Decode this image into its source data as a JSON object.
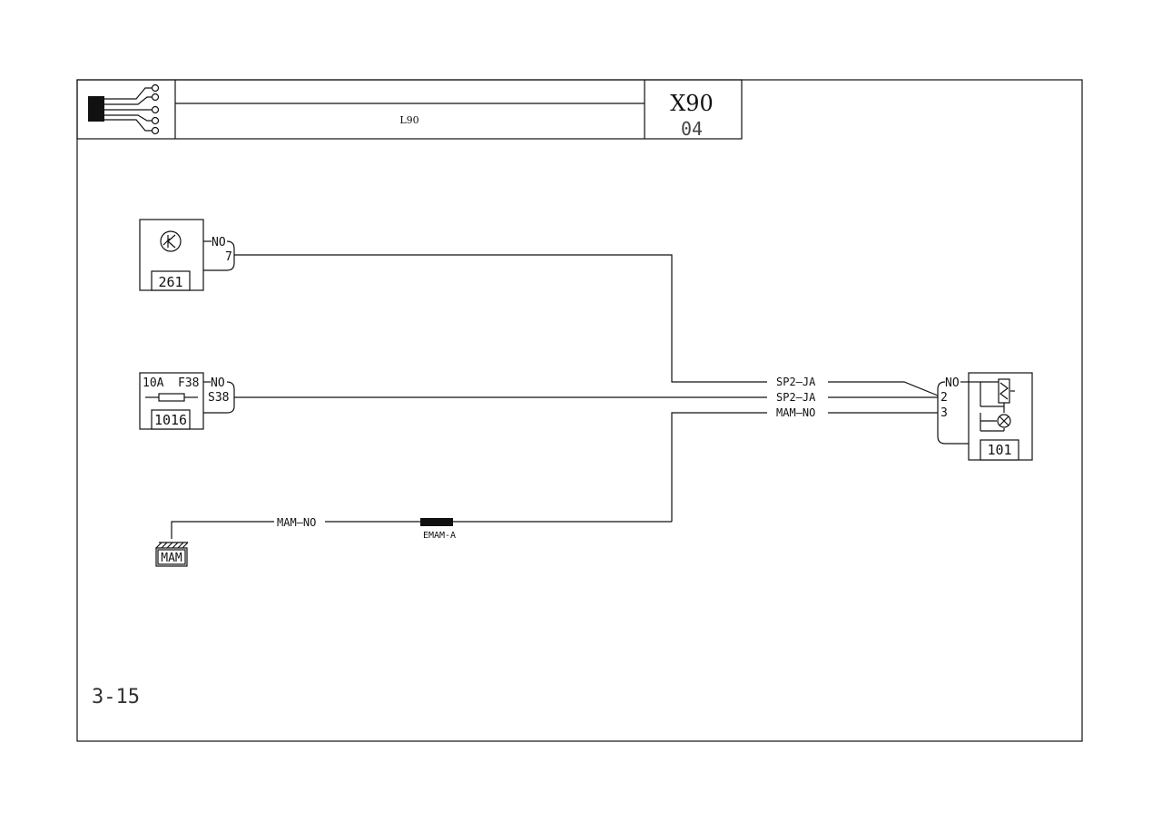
{
  "header": {
    "vehicle_code": "X90",
    "page_code": "04",
    "subtitle": "L90"
  },
  "page_number": "3-15",
  "components": {
    "c261": {
      "number": "261",
      "pin_color": "NO",
      "pin": "7"
    },
    "c1016": {
      "number": "1016",
      "rating": "10A",
      "fuse": "F38",
      "pin_color": "NO",
      "pin": "S38"
    },
    "c101": {
      "number": "101",
      "pin_color": "NO",
      "pin_2": "2",
      "pin_3": "3"
    },
    "ground": {
      "label": "MAM"
    }
  },
  "wires": {
    "w1_label": "SP2—JA",
    "w2_label": "SP2—JA",
    "w3_label": "MAM—NO",
    "ground_wire_label": "MAM—NO"
  },
  "splice": {
    "label": "EMAM-A"
  }
}
